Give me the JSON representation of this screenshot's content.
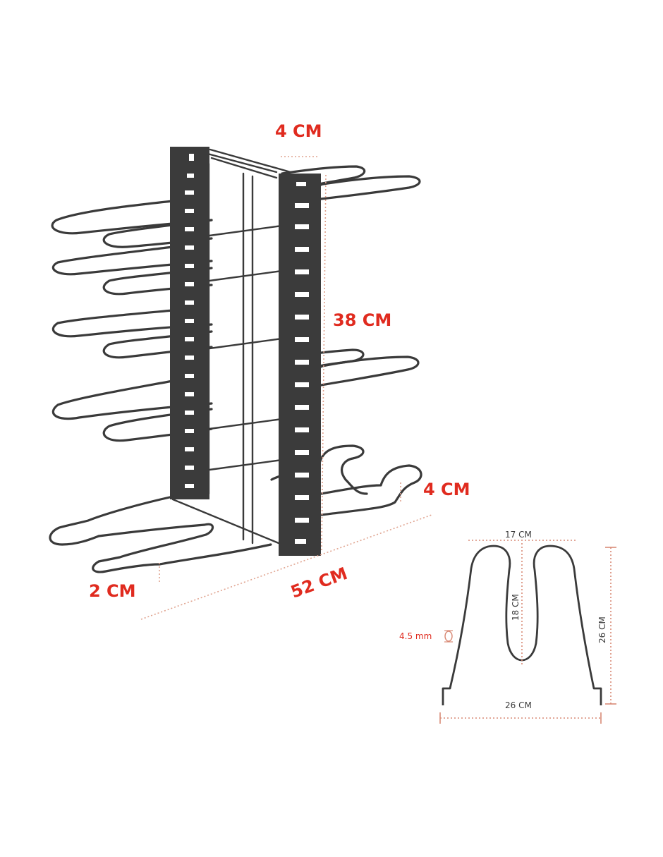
{
  "colors": {
    "dimension_red": "#e02b1f",
    "dimension_dark": "#3a3a3a",
    "leader_line": "#e0a38f",
    "wire": "#3a3a3a",
    "background": "#ffffff"
  },
  "rack_dimensions": {
    "top_width": "4 CM",
    "height": "38 CM",
    "hook_height": "4 CM",
    "length": "52 CM",
    "foot_gap": "2 CM"
  },
  "detail_dimensions": {
    "gap_width": "17 CM",
    "inner_height": "18 CM",
    "total_height": "26 CM",
    "base_width": "26 CM",
    "wire_diameter": "4.5 mm"
  }
}
